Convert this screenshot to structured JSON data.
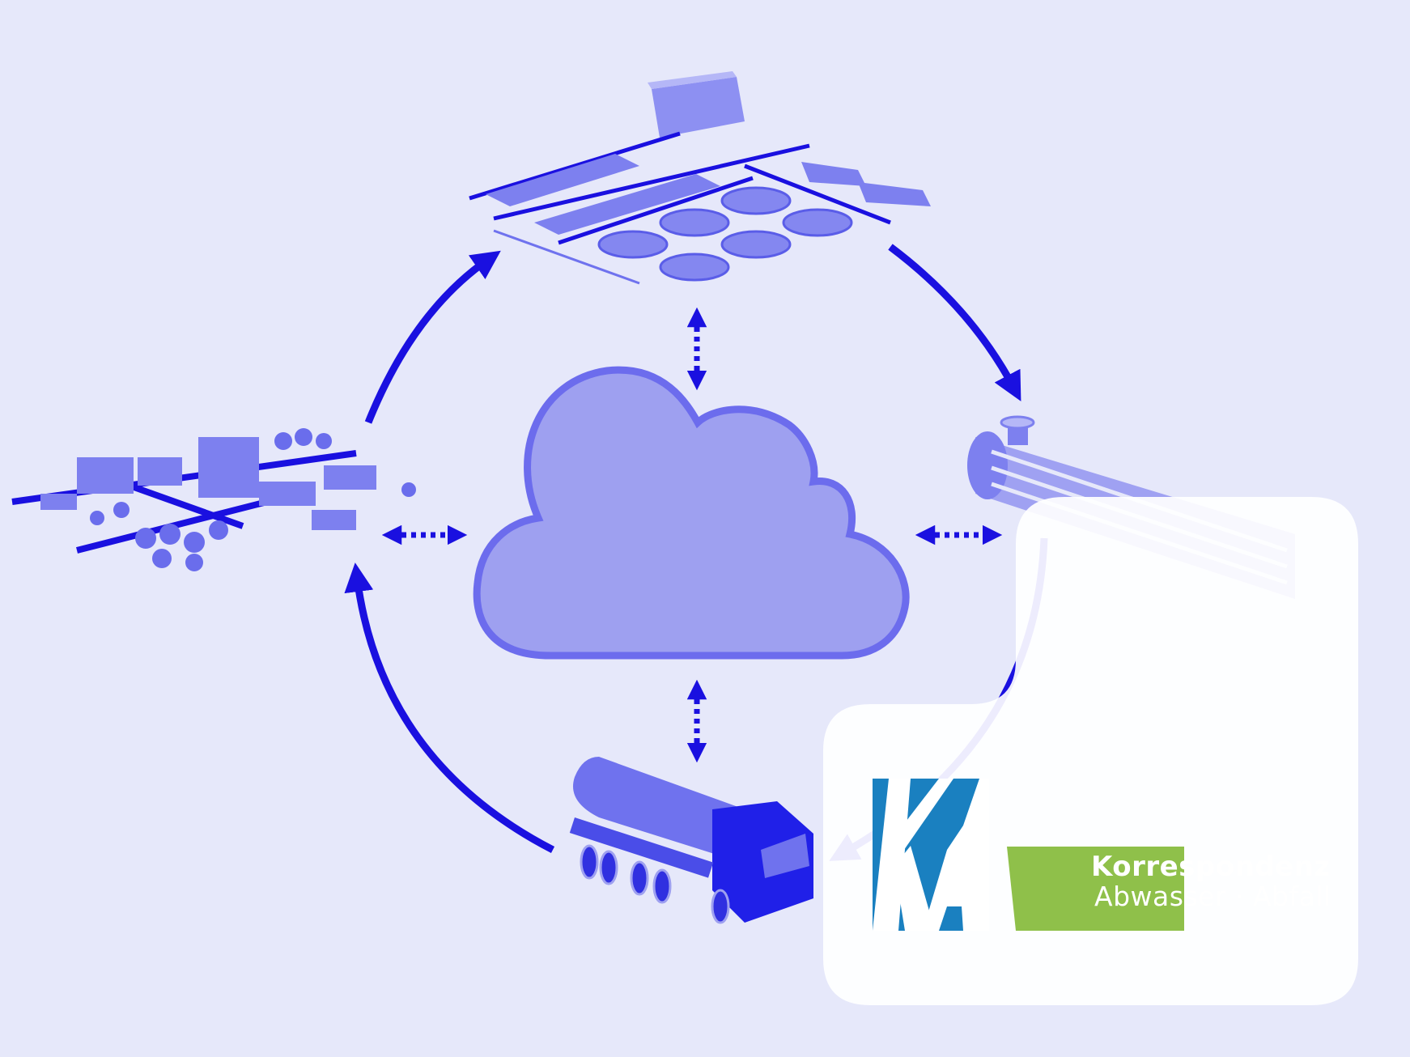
{
  "colors": {
    "background": "#e6e8fa",
    "arrow": "#1a10e0",
    "cloud_fill": "#9ea0f0",
    "cloud_stroke": "#6c6ced",
    "illustration": "#6f72ee",
    "logo_blue": "#1a80c0",
    "logo_green": "#8fc04a"
  },
  "diagram": {
    "nodes": [
      "city",
      "wastewater-treatment-plant",
      "heat-exchanger",
      "tanker-truck",
      "cloud"
    ]
  },
  "logo": {
    "mark": "KA",
    "line1": "Korrespondenz",
    "line2": "Abwasser · Abfall"
  }
}
